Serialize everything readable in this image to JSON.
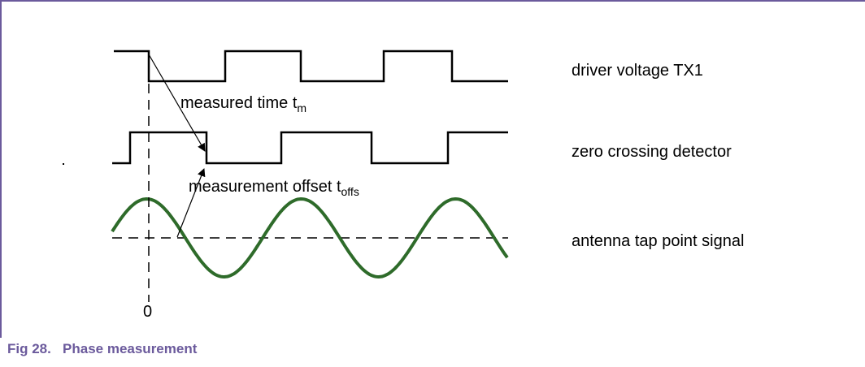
{
  "figure": {
    "caption": "Fig 28.   Phase measurement"
  },
  "signals": {
    "driver_voltage": "driver voltage TX1",
    "zero_crossing": "zero crossing detector",
    "antenna_signal": "antenna tap point signal"
  },
  "annotations": {
    "measured_time": "measured time t",
    "measured_time_sub": "m",
    "offset": "measurement offset t",
    "offset_sub": "offs",
    "zero_label": "0"
  },
  "colors": {
    "frame": "#6b5a9c",
    "caption": "#6b5a9c",
    "sine": "#2e6b2a",
    "lines": "#000000"
  }
}
